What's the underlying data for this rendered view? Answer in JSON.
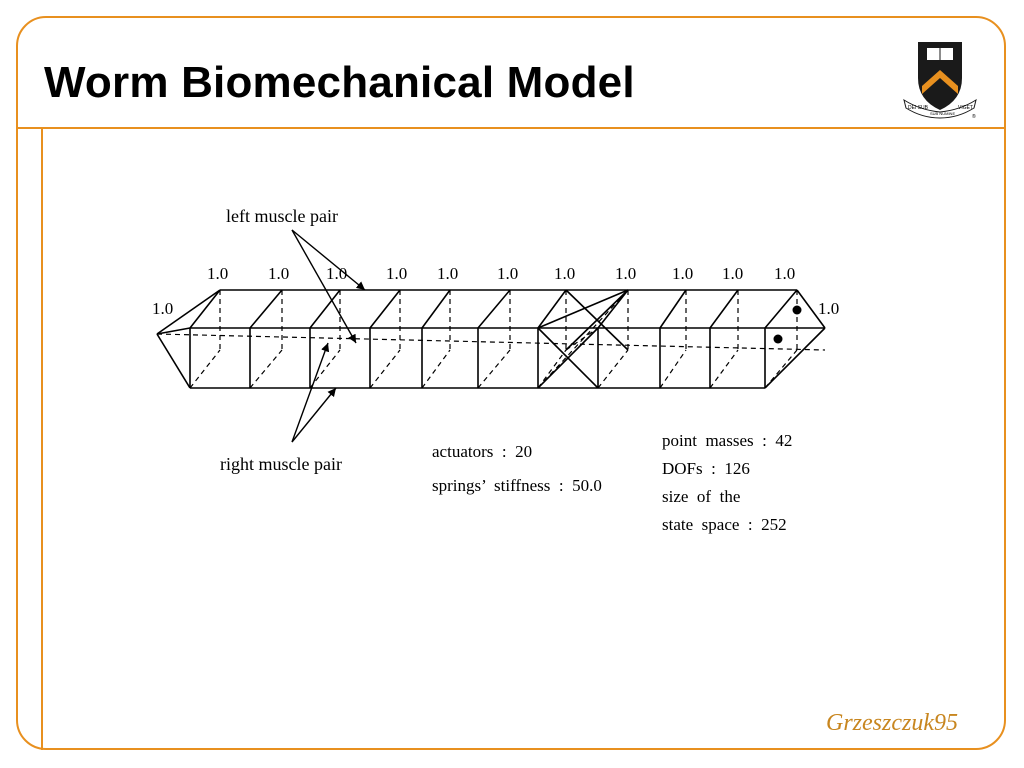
{
  "slide": {
    "title": "Worm Biomechanical Model",
    "credit": "Grzeszczuk95",
    "colors": {
      "frame": "#e8901f",
      "credit": "#c8861f",
      "shield_black": "#1a1a1a",
      "shield_orange": "#e8901f"
    }
  },
  "logo": {
    "name": "princeton-shield-icon",
    "motto_left": "DEI SUB",
    "motto_center": "SUB NUMINE",
    "motto_right": "VIGET"
  },
  "diagram": {
    "top_labels": [
      "1.0",
      "1.0",
      "1.0",
      "1.0",
      "1.0",
      "1.0",
      "1.0",
      "1.0",
      "1.0",
      "1.0",
      "1.0"
    ],
    "end_label_left": "1.0",
    "end_label_right": "1.0",
    "left_muscle_label": "left muscle pair",
    "right_muscle_label": "right muscle pair",
    "stats_left": [
      "actuators  :  20",
      "springs’  stiffness  :  50.0"
    ],
    "stats_right": [
      "point  masses  :  42",
      "DOFs  :  126",
      "size  of  the",
      "state  space  :  252"
    ]
  }
}
